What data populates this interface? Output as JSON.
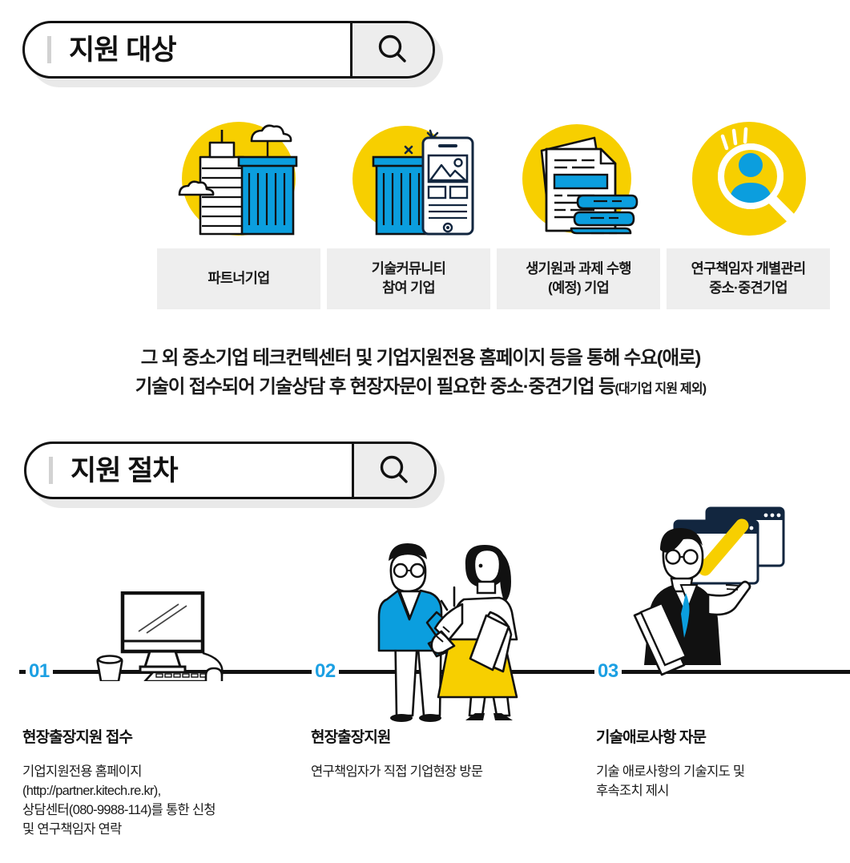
{
  "colors": {
    "yellow": "#f7cf00",
    "blue": "#1ca0e3",
    "dark": "#12263f",
    "ink": "#111111",
    "box_bg": "#eeeeee",
    "pill_shadow": "#e9e9e9"
  },
  "sections": {
    "target": {
      "header_title": "지원 대상",
      "search_icon": "magnifier-icon",
      "cards": [
        {
          "icon": "city-buildings-icon",
          "label": "파트너기업"
        },
        {
          "icon": "building-smartphone-icon",
          "label": "기술커뮤니티\n참여 기업"
        },
        {
          "icon": "documents-books-icon",
          "label": "생기원과 과제 수행\n(예정) 기업"
        },
        {
          "icon": "person-magnifier-icon",
          "label": "연구책임자 개별관리\n중소·중견기업"
        }
      ],
      "description_line1": "그 외 중소기업 테크컨텍센터 및 기업지원전용 홈페이지 등을 통해 수요(애로)",
      "description_line2": "기술이 접수되어 기술상담 후 현장자문이 필요한 중소·중견기업 등",
      "description_note": "(대기업 지원 제외)"
    },
    "process": {
      "header_title": "지원 절차",
      "search_icon": "magnifier-icon",
      "steps": [
        {
          "number": "01",
          "icon": "desktop-computer-icon",
          "title": "현장출장지원 접수",
          "body": "기업지원전용 홈페이지\n(http://partner.kitech.re.kr),\n상담센터(080-9988-114)를 통한 신청\n및 연구책임자 연락"
        },
        {
          "number": "02",
          "icon": "handshake-people-icon",
          "title": "현장출장지원",
          "body": "연구책임자가 직접 기업현장 방문"
        },
        {
          "number": "03",
          "icon": "consultant-checkmark-icon",
          "title": "기술애로사항 자문",
          "body": "기술 애로사항의 기술지도 및\n후속조치 제시"
        }
      ]
    }
  }
}
